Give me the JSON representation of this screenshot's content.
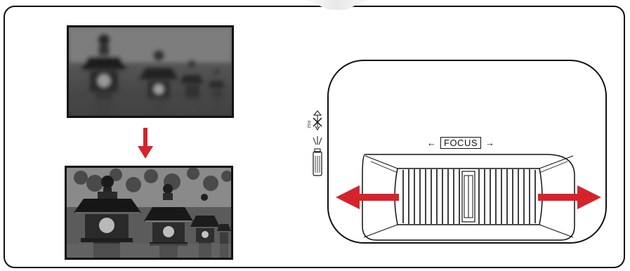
{
  "focus_panel": {
    "label": "FOCUS",
    "arrow_left": "←",
    "arrow_right": "→"
  },
  "images": {
    "before": "blurry-stone-lanterns-photo",
    "after": "sharp-stone-lanterns-photo"
  },
  "icons": {
    "down_arrow": "down-arrow-icon",
    "side_label": "RGZ"
  },
  "colors": {
    "arrow_red": "#d6232b",
    "line": "#111111"
  }
}
